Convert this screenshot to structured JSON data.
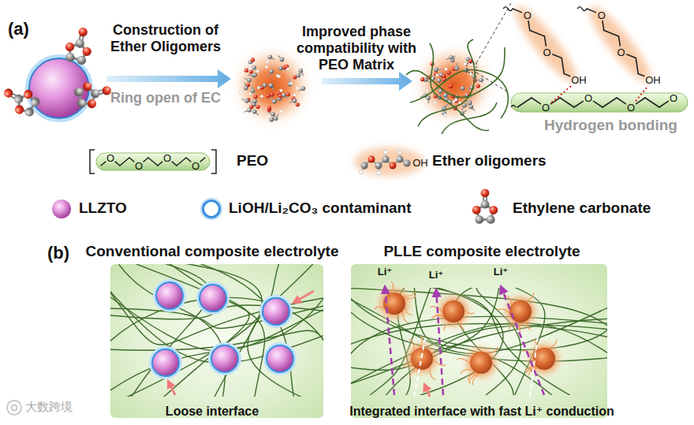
{
  "diagram": {
    "nodes": [
      {
        "text": [
          "Conventional composite electrolyte",
          "Loose interface"
        ]
      },
      {
        "text": [
          "PLLE composite electrolyte",
          "Integrated interface with fast Li⁺ conduction"
        ]
      }
    ],
    "labels": [
      "(a)",
      "Construction of Ether Oligomers",
      "Ring open of EC",
      "Improved phase compatibility with PEO Matrix",
      "O",
      "O",
      "OH",
      "O",
      "O",
      "OH",
      "O",
      "O",
      "O",
      "O",
      "Hydrogen bonding",
      "O",
      "O",
      "O",
      "O",
      "OH",
      "(b)",
      "Li⁺",
      "Li⁺",
      "Li⁺",
      "大数跨境"
    ],
    "legend": [
      {
        "text": "PEO"
      },
      {
        "text": "Ether oligomers"
      },
      {
        "text": "LLZTO"
      },
      {
        "text": "LiOH/Li₂CO₃ contaminant"
      },
      {
        "text": "Ethylene carbonate"
      }
    ]
  }
}
